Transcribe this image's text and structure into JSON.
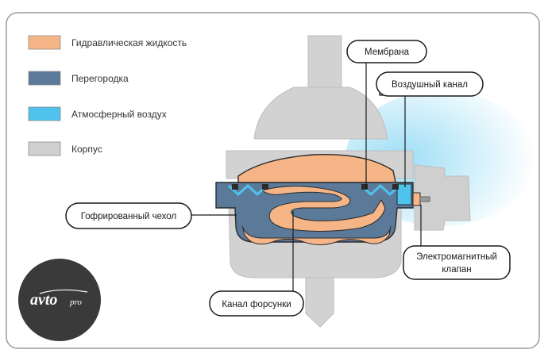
{
  "legend": [
    {
      "label": "Гидравлическая жидкость",
      "color": "#f5b586"
    },
    {
      "label": "Перегородка",
      "color": "#5b7a99"
    },
    {
      "label": "Атмосферный воздух",
      "color": "#4ec3ee"
    },
    {
      "label": "Корпус",
      "color": "#d0d0d0"
    }
  ],
  "callouts": {
    "membrane": "Мембрана",
    "air_channel": "Воздушный канал",
    "bellows": "Гофрированный  чехол",
    "solenoid_line1": "Электромагнитный",
    "solenoid_line2": "клапан",
    "nozzle_channel": "Канал форсунки"
  },
  "logo": {
    "text_main": "avto",
    "text_suffix": "pro"
  },
  "colors": {
    "frame_border": "#999999",
    "housing": "#d0d0d0",
    "fluid": "#f5b586",
    "partition": "#5b7a99",
    "air": "#4ec3ee",
    "outline": "#2b2b2b",
    "logo_bg": "#3a3a3a"
  }
}
